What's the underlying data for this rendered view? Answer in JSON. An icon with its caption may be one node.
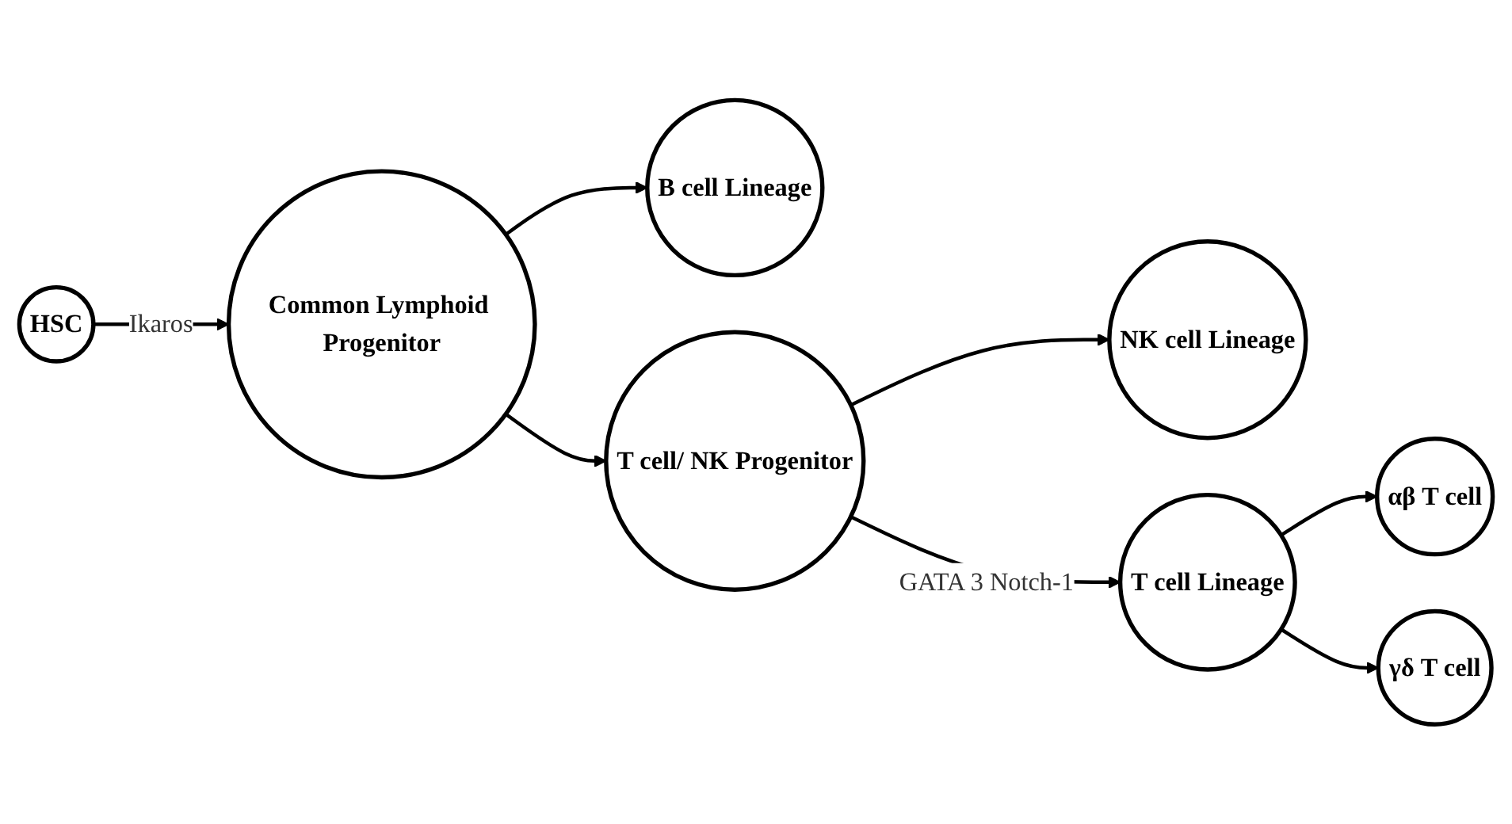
{
  "diagram": {
    "nodes": [
      {
        "text": [
          "HSC"
        ]
      },
      {
        "text": [
          "Common Lymphoid Progenitor"
        ]
      },
      {
        "text": [
          "B cell Lineage"
        ]
      },
      {
        "text": [
          "T cell/ NK Progenitor"
        ]
      },
      {
        "text": [
          "NK cell Lineage"
        ]
      },
      {
        "text": [
          "T cell Lineage"
        ]
      },
      {
        "text": [
          "αβ T cell"
        ]
      },
      {
        "text": [
          "γδ T cell"
        ]
      }
    ],
    "edges": [
      {
        "from": 0,
        "to": 1,
        "arrow": "to",
        "label": "Ikaros"
      },
      {
        "from": 1,
        "to": 2,
        "arrow": "to"
      },
      {
        "from": 1,
        "to": 3,
        "arrow": "to"
      },
      {
        "from": 3,
        "to": 4,
        "arrow": "to"
      },
      {
        "from": 3,
        "to": 5,
        "arrow": "to",
        "label": "GATA 3 Notch-1"
      },
      {
        "from": 5,
        "to": 6,
        "arrow": "to"
      },
      {
        "from": 5,
        "to": 7,
        "arrow": "to"
      }
    ]
  }
}
